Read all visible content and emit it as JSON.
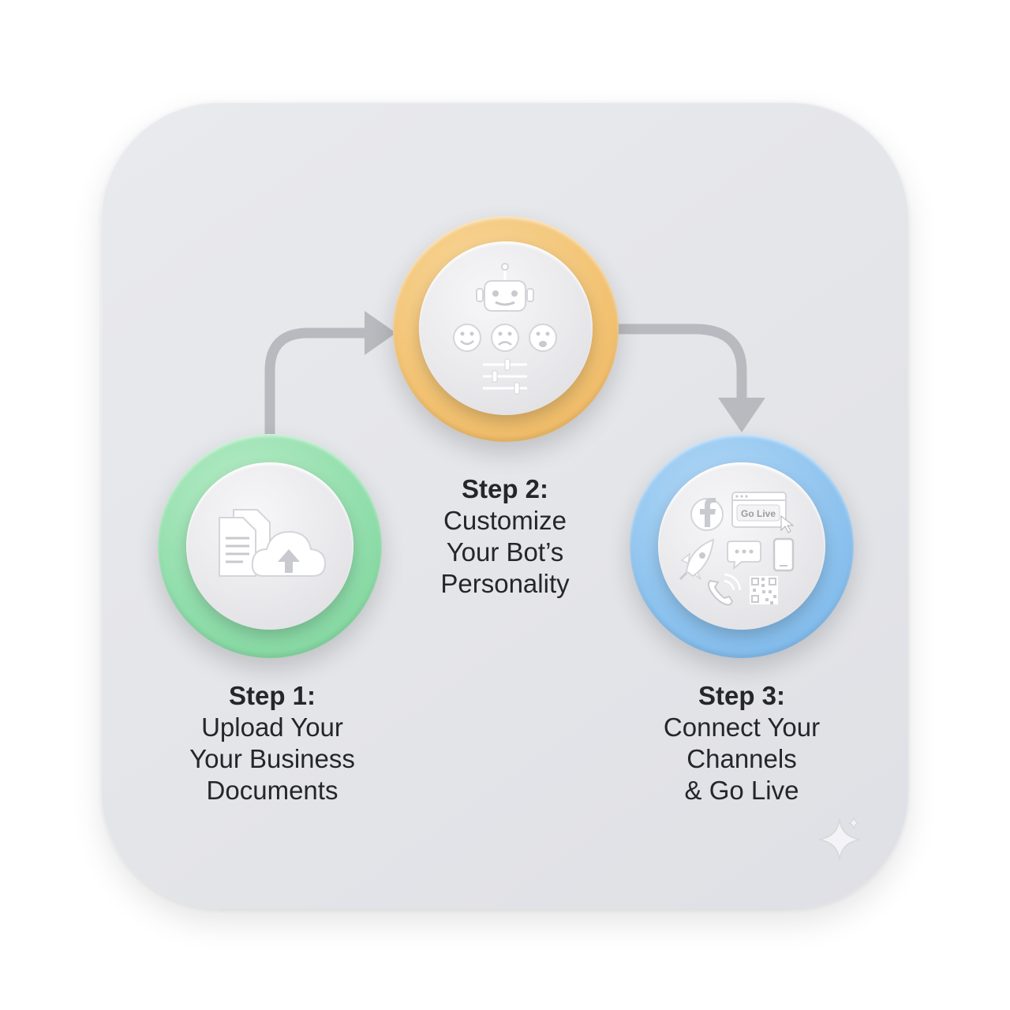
{
  "steps": [
    {
      "title": "Step 1:",
      "lines": [
        "Upload Your",
        "Your Business",
        "Documents"
      ],
      "accent": "#8fddaa",
      "icons": [
        "documents-icon",
        "cloud-upload-icon"
      ]
    },
    {
      "title": "Step 2:",
      "lines": [
        "Customize",
        "Your Bot’s",
        "Personality"
      ],
      "accent": "#f2c272",
      "icons": [
        "robot-icon",
        "happy-face-icon",
        "sad-face-icon",
        "worried-face-icon",
        "sliders-icon"
      ]
    },
    {
      "title": "Step 3:",
      "lines": [
        "Connect Your",
        "Channels",
        "& Go Live"
      ],
      "accent": "#8cc2ee",
      "icons": [
        "facebook-icon",
        "browser-window-icon",
        "rocket-icon",
        "chat-bubble-icon",
        "smartphone-icon",
        "phone-call-icon",
        "qr-code-icon"
      ],
      "browser_label": "Go Live"
    }
  ],
  "colors": {
    "background": "#e6e7ea",
    "connector": "#b9babf",
    "text": "#25262b"
  }
}
